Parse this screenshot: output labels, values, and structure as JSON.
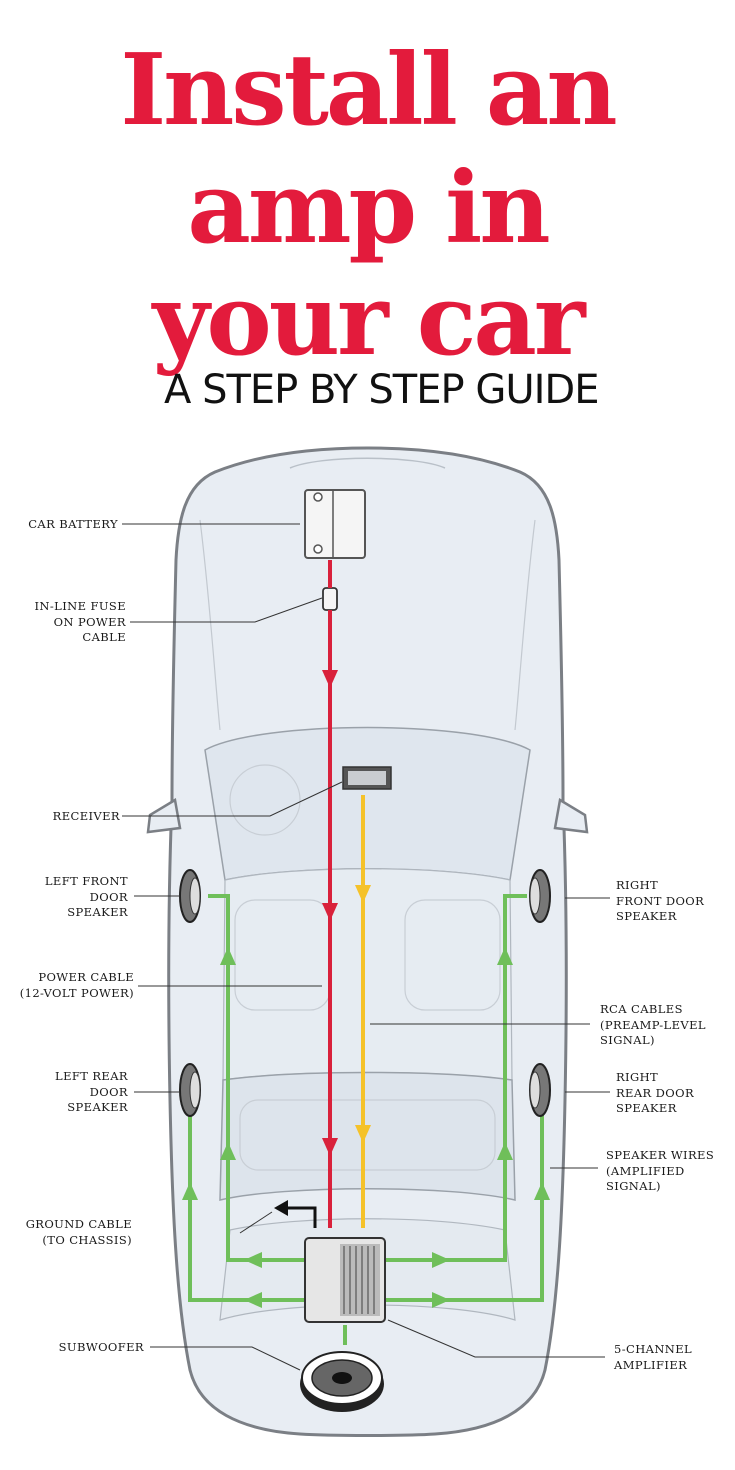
{
  "title": {
    "line1": "Install an",
    "line2": "amp in",
    "line3": "your car",
    "subtitle": "A STEP BY STEP GUIDE"
  },
  "labels": {
    "car_battery": "CAR BATTERY",
    "inline_fuse": "IN-LINE FUSE\nON POWER\nCABLE",
    "receiver": "RECEIVER",
    "left_front_door_speaker": "LEFT FRONT\nDOOR\nSPEAKER",
    "power_cable": "POWER CABLE\n(12-VOLT POWER)",
    "left_rear_door_speaker": "LEFT REAR\nDOOR\nSPEAKER",
    "ground_cable": "GROUND CABLE\n(TO CHASSIS)",
    "subwoofer": "SUBWOOFER",
    "right_front_door_speaker": "RIGHT\nFRONT DOOR\nSPEAKER",
    "rca_cables": "RCA CABLES\n(PREAMP-LEVEL\nSIGNAL)",
    "right_rear_door_speaker": "RIGHT\nREAR DOOR\nSPEAKER",
    "speaker_wires": "SPEAKER WIRES\n(AMPLIFIED\nSIGNAL)",
    "amplifier": "5-CHANNEL\nAMPLIFIER"
  },
  "colors": {
    "title": "#e31b3c",
    "power_cable": "#d9213b",
    "rca_cable": "#f5c22a",
    "speaker_wire": "#6fbf5a",
    "car_body": "#e8edf3",
    "car_outline": "#7b7f85"
  }
}
